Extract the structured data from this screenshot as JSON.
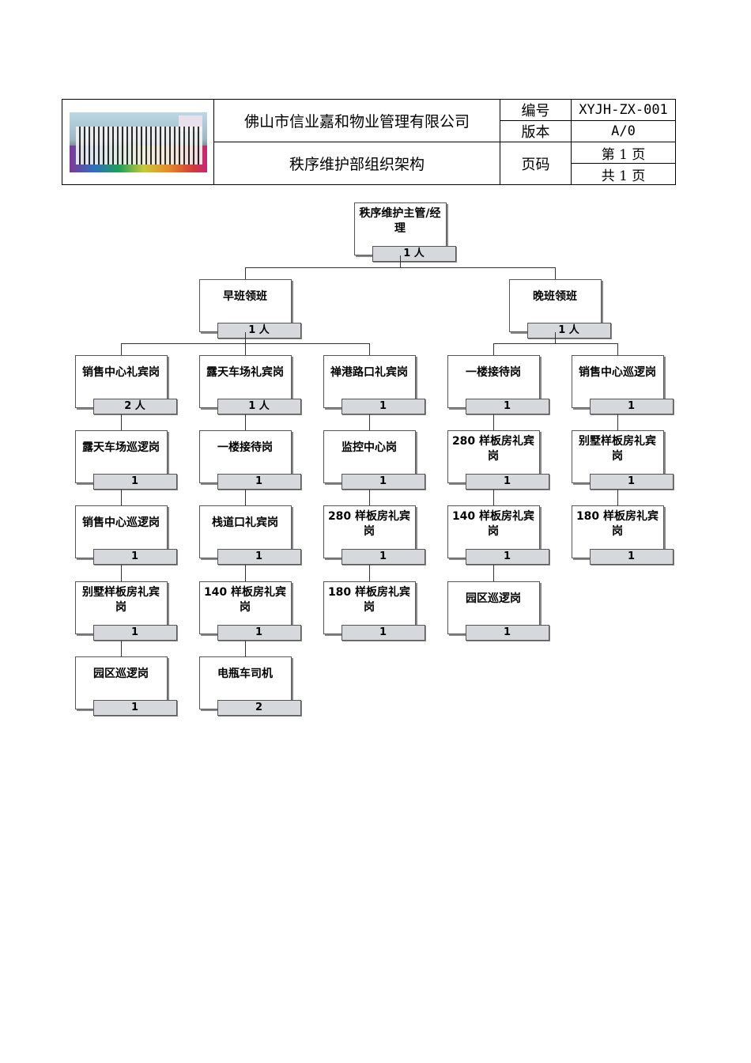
{
  "header": {
    "photo": "team-photo",
    "company": "佛山市信业嘉和物业管理有限公司",
    "doc_title": "秩序维护部组织架构",
    "code_label": "编号",
    "code_value": "XYJH-ZX-001",
    "version_label": "版本",
    "version_value": "A/0",
    "page_label": "页码",
    "page_current": "第 1 页",
    "page_total": "共 1 页"
  },
  "org": {
    "root": {
      "name": "秩序维护主管/经理",
      "count": "1 人"
    },
    "leads": [
      {
        "name": "早班领班",
        "count": "1 人"
      },
      {
        "name": "晚班领班",
        "count": "1 人"
      }
    ],
    "morning_columns": [
      [
        {
          "name": "销售中心礼宾岗",
          "count": "2 人"
        },
        {
          "name": "露天车场巡逻岗",
          "count": "1"
        },
        {
          "name": "销售中心巡逻岗",
          "count": "1"
        },
        {
          "name": "别墅样板房礼宾岗",
          "count": "1"
        },
        {
          "name": "园区巡逻岗",
          "count": "1"
        }
      ],
      [
        {
          "name": "露天车场礼宾岗",
          "count": "1 人"
        },
        {
          "name": "一楼接待岗",
          "count": "1"
        },
        {
          "name": "栈道口礼宾岗",
          "count": "1"
        },
        {
          "name": "140 样板房礼宾岗",
          "count": "1"
        },
        {
          "name": "电瓶车司机",
          "count": "2"
        }
      ],
      [
        {
          "name": "禅港路口礼宾岗",
          "count": "1"
        },
        {
          "name": "监控中心岗",
          "count": "1"
        },
        {
          "name": "280 样板房礼宾岗",
          "count": "1"
        },
        {
          "name": "180 样板房礼宾岗",
          "count": "1"
        }
      ]
    ],
    "evening_columns": [
      [
        {
          "name": "一楼接待岗",
          "count": "1"
        },
        {
          "name": "280 样板房礼宾岗",
          "count": "1"
        },
        {
          "name": "140 样板房礼宾岗",
          "count": "1"
        },
        {
          "name": "园区巡逻岗",
          "count": "1"
        }
      ],
      [
        {
          "name": "销售中心巡逻岗",
          "count": "1"
        },
        {
          "name": "别墅样板房礼宾岗",
          "count": "1"
        },
        {
          "name": "180 样板房礼宾岗",
          "count": "1"
        }
      ]
    ]
  }
}
